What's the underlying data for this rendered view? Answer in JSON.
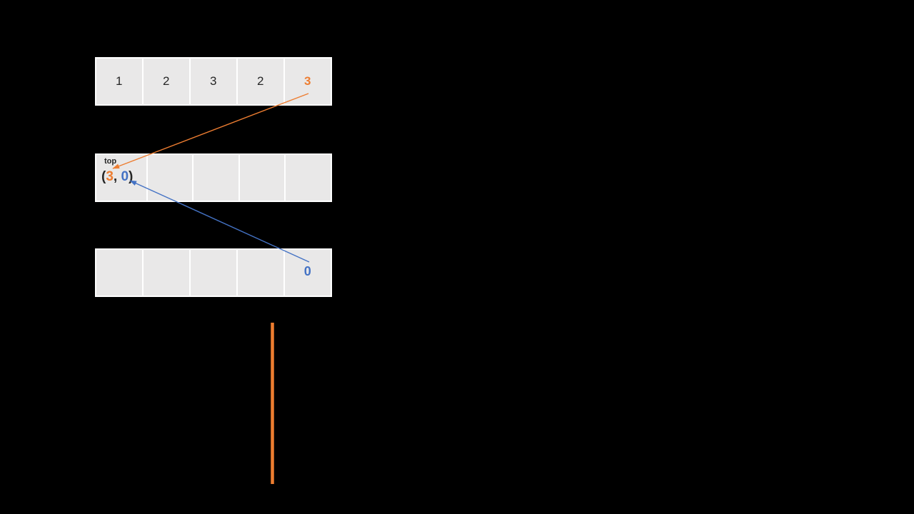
{
  "colors": {
    "bg": "#000000",
    "orange": "#ED7D31",
    "blue": "#4472C4",
    "cellbg": "#E9E8E8",
    "cellline": "#FFFFFF",
    "digit": "#262626"
  },
  "input_array": {
    "cells": [
      "1",
      "2",
      "3",
      "2",
      "3"
    ],
    "highlighted_value": "3"
  },
  "stack_array": {
    "top_label": "top",
    "tuple": {
      "open": "(",
      "first": "3",
      "comma": ", ",
      "second": "0",
      "close": ")"
    }
  },
  "output_array": {
    "last_value": "0"
  }
}
